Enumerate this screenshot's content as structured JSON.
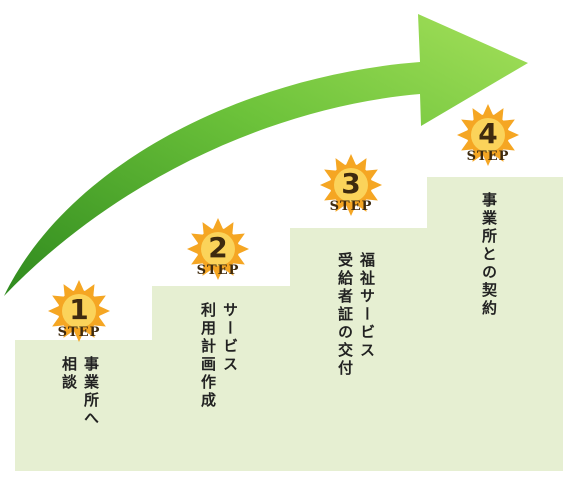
{
  "steps": [
    {
      "number": "1",
      "label": "STEP",
      "text": "事業所へ\n相談"
    },
    {
      "number": "2",
      "label": "STEP",
      "text": "サービス\n利用計画作成"
    },
    {
      "number": "3",
      "label": "STEP",
      "text": "福祉サービス\n受給者証の交付"
    },
    {
      "number": "4",
      "label": "STEP",
      "text": "事業所との契約"
    }
  ],
  "colors": {
    "stair_fill": "#e6efd2",
    "arrow_dark": "#2f8a1e",
    "arrow_light": "#9adb52",
    "sun_orange": "#f5a623",
    "sun_yellow": "#fbd35a"
  }
}
